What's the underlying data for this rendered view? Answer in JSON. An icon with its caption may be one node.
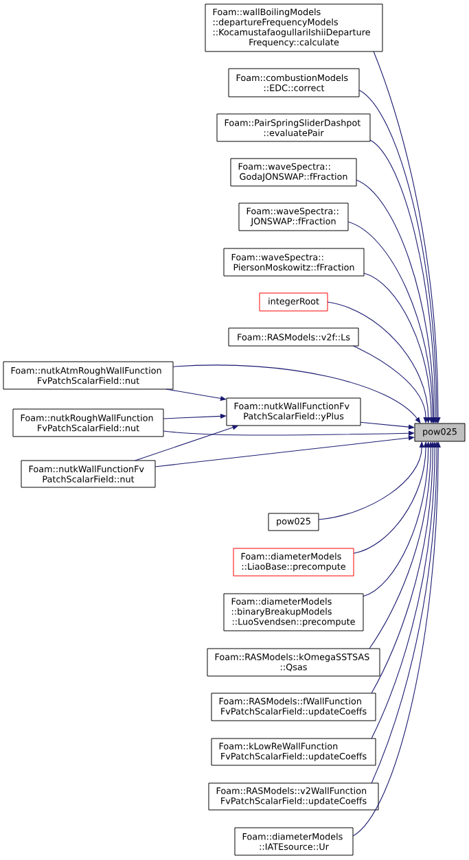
{
  "diagram": {
    "nodes": [
      {
        "text": [
          "Foam::wallBoilingModels ::departureFrequencyModels ::KocamustafaogullariIshiiDeparture Frequency::calculate"
        ]
      },
      {
        "text": [
          "Foam::combustionModels ::EDC::correct"
        ]
      },
      {
        "text": [
          "Foam::PairSpringSliderDashpot ::evaluatePair"
        ]
      },
      {
        "text": [
          "Foam::waveSpectra:: GodaJONSWAP::fFraction"
        ]
      },
      {
        "text": [
          "Foam::waveSpectra:: JONSWAP::fFraction"
        ]
      },
      {
        "text": [
          "Foam::waveSpectra:: PiersonMoskowitz::fFraction"
        ]
      },
      {
        "text": [
          "integerRoot"
        ]
      },
      {
        "text": [
          "Foam::RASModels::v2f::Ls"
        ]
      },
      {
        "text": [
          "Foam::nutkAtmRoughWallFunction FvPatchScalarField::nut"
        ]
      },
      {
        "text": [
          "Foam::nutkWallFunctionFv PatchScalarField::yPlus"
        ]
      },
      {
        "text": [
          "pow025"
        ]
      },
      {
        "text": [
          "Foam::nutkRoughWallFunction FvPatchScalarField::nut"
        ]
      },
      {
        "text": [
          "Foam::nutkWallFunctionFv PatchScalarField::nut"
        ]
      },
      {
        "text": [
          "pow025"
        ]
      },
      {
        "text": [
          "Foam::diameterModels ::LiaoBase::precompute"
        ]
      },
      {
        "text": [
          "Foam::diameterModels ::binaryBreakupModels ::LuoSvendsen::precompute"
        ]
      },
      {
        "text": [
          "Foam::RASModels::kOmegaSSTSAS ::Qsas"
        ]
      },
      {
        "text": [
          "Foam::RASModels::fWallFunction FvPatchScalarField::updateCoeffs"
        ]
      },
      {
        "text": [
          "Foam::kLowReWallFunction FvPatchScalarField::updateCoeffs"
        ]
      },
      {
        "text": [
          "Foam::RASModels::v2WallFunction FvPatchScalarField::updateCoeffs"
        ]
      },
      {
        "text": [
          "Foam::diameterModels ::IATEsource::Ur"
        ]
      }
    ],
    "edges": [
      {
        "from": 0,
        "to": 10,
        "arrow": "to"
      },
      {
        "from": 1,
        "to": 10,
        "arrow": "to"
      },
      {
        "from": 2,
        "to": 10,
        "arrow": "to"
      },
      {
        "from": 3,
        "to": 10,
        "arrow": "to"
      },
      {
        "from": 4,
        "to": 10,
        "arrow": "to"
      },
      {
        "from": 5,
        "to": 10,
        "arrow": "to"
      },
      {
        "from": 6,
        "to": 10,
        "arrow": "to"
      },
      {
        "from": 7,
        "to": 10,
        "arrow": "to"
      },
      {
        "from": 8,
        "to": 10,
        "arrow": "to"
      },
      {
        "from": 8,
        "to": 9,
        "arrow": "to"
      },
      {
        "from": 9,
        "to": 10,
        "arrow": "to"
      },
      {
        "from": 11,
        "to": 9,
        "arrow": "to"
      },
      {
        "from": 11,
        "to": 10,
        "arrow": "to"
      },
      {
        "from": 12,
        "to": 9,
        "arrow": "to"
      },
      {
        "from": 12,
        "to": 10,
        "arrow": "to"
      },
      {
        "from": 13,
        "to": 10,
        "arrow": "to"
      },
      {
        "from": 14,
        "to": 10,
        "arrow": "to"
      },
      {
        "from": 15,
        "to": 10,
        "arrow": "to"
      },
      {
        "from": 16,
        "to": 10,
        "arrow": "to"
      },
      {
        "from": 17,
        "to": 10,
        "arrow": "to"
      },
      {
        "from": 18,
        "to": 10,
        "arrow": "to"
      },
      {
        "from": 19,
        "to": 10,
        "arrow": "to"
      },
      {
        "from": 20,
        "to": 10,
        "arrow": "to"
      }
    ]
  }
}
